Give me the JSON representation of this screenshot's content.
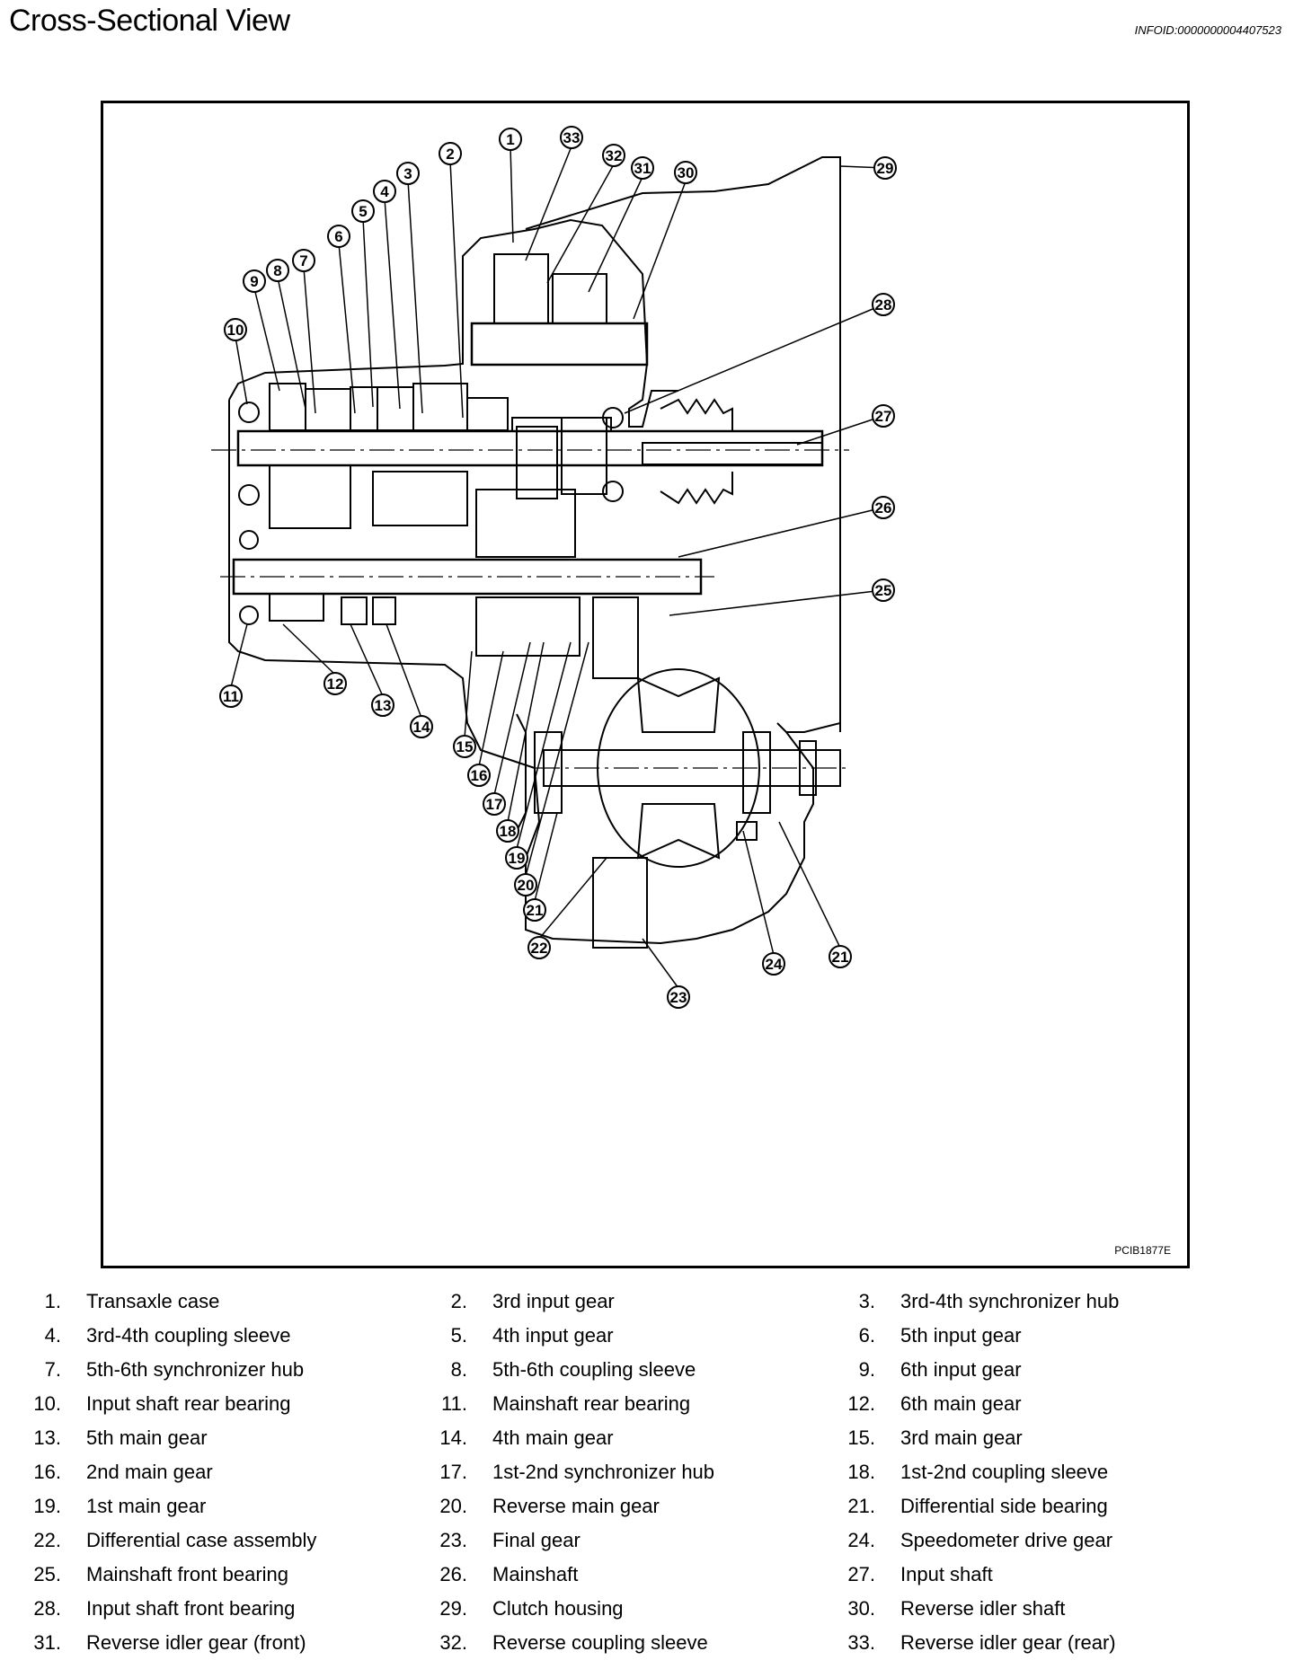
{
  "page": {
    "title": "Cross-Sectional View",
    "info_id": "INFOID:0000000004407523",
    "figure_code": "PCIB1877E"
  },
  "legend": [
    {
      "num": "1.",
      "label": "Transaxle case"
    },
    {
      "num": "2.",
      "label": "3rd input gear"
    },
    {
      "num": "3.",
      "label": "3rd-4th synchronizer hub"
    },
    {
      "num": "4.",
      "label": "3rd-4th coupling sleeve"
    },
    {
      "num": "5.",
      "label": "4th input gear"
    },
    {
      "num": "6.",
      "label": "5th input gear"
    },
    {
      "num": "7.",
      "label": "5th-6th synchronizer hub"
    },
    {
      "num": "8.",
      "label": "5th-6th coupling sleeve"
    },
    {
      "num": "9.",
      "label": "6th input gear"
    },
    {
      "num": "10.",
      "label": "Input shaft rear bearing"
    },
    {
      "num": "11.",
      "label": "Mainshaft rear bearing"
    },
    {
      "num": "12.",
      "label": "6th main gear"
    },
    {
      "num": "13.",
      "label": "5th main gear"
    },
    {
      "num": "14.",
      "label": "4th main gear"
    },
    {
      "num": "15.",
      "label": "3rd main gear"
    },
    {
      "num": "16.",
      "label": "2nd main gear"
    },
    {
      "num": "17.",
      "label": "1st-2nd synchronizer hub"
    },
    {
      "num": "18.",
      "label": "1st-2nd coupling sleeve"
    },
    {
      "num": "19.",
      "label": "1st main gear"
    },
    {
      "num": "20.",
      "label": "Reverse main gear"
    },
    {
      "num": "21.",
      "label": "Differential side bearing"
    },
    {
      "num": "22.",
      "label": "Differential case assembly"
    },
    {
      "num": "23.",
      "label": "Final gear"
    },
    {
      "num": "24.",
      "label": "Speedometer drive gear"
    },
    {
      "num": "25.",
      "label": "Mainshaft front bearing"
    },
    {
      "num": "26.",
      "label": "Mainshaft"
    },
    {
      "num": "27.",
      "label": "Input shaft"
    },
    {
      "num": "28.",
      "label": "Input shaft front bearing"
    },
    {
      "num": "29.",
      "label": "Clutch housing"
    },
    {
      "num": "30.",
      "label": "Reverse idler shaft"
    },
    {
      "num": "31.",
      "label": "Reverse idler gear (front)"
    },
    {
      "num": "32.",
      "label": "Reverse coupling sleeve"
    },
    {
      "num": "33.",
      "label": "Reverse idler gear (rear)"
    }
  ],
  "callouts": [
    "1",
    "2",
    "3",
    "4",
    "5",
    "6",
    "7",
    "8",
    "9",
    "10",
    "11",
    "12",
    "13",
    "14",
    "15",
    "16",
    "17",
    "18",
    "19",
    "20",
    "21",
    "21",
    "22",
    "23",
    "24",
    "25",
    "26",
    "27",
    "28",
    "29",
    "30",
    "31",
    "32",
    "33"
  ]
}
